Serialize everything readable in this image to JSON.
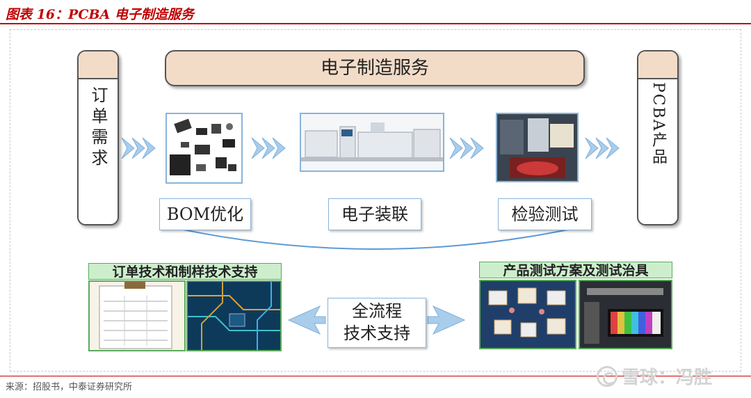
{
  "figure": {
    "title": "图表 16：PCBA 电子制造服务",
    "source": "来源：招股书，中泰证券研究所",
    "watermark": "雪球：冯胜"
  },
  "flow": {
    "banner": "电子制造服务",
    "input": "订单需求",
    "output": "PCBA产品",
    "steps": [
      {
        "label": "BOM优化",
        "image": "electronic-components-photo"
      },
      {
        "label": "电子装联",
        "image": "smt-assembly-line-photo"
      },
      {
        "label": "检验测试",
        "image": "inspection-machine-photo"
      }
    ]
  },
  "support": {
    "left_title": "订单技术和制样技术支持",
    "right_title": "产品测试方案及测试治具",
    "center_line1": "全流程",
    "center_line2": "技术支持"
  },
  "colors": {
    "accent_red": "#c00000",
    "cap_fill": "#f2dcc8",
    "frame_blue": "#8ab4d9",
    "header_green": "#cdeecd",
    "arrow_blue": "#a9cdea"
  }
}
